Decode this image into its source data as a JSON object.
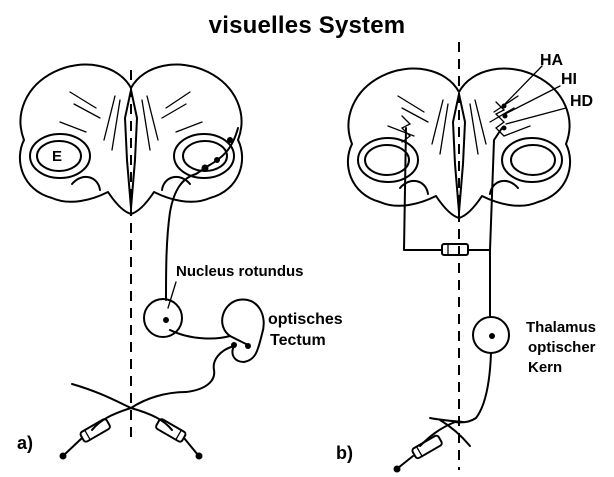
{
  "title": "visuelles System",
  "panel_a": {
    "panel_label": "a)",
    "eye_label": "E",
    "relay_label": "Nucleus rotundus",
    "tectum_label_line1": "optisches",
    "tectum_label_line2": "Tectum"
  },
  "panel_b": {
    "panel_label": "b)",
    "area_labels": [
      "HA",
      "HI",
      "HD"
    ],
    "thalamus_label_line1": "Thalamus",
    "thalamus_label_line2": "optischer",
    "thalamus_label_line3": "Kern"
  },
  "icons": {
    "line_color": "#000000",
    "background": "#ffffff"
  }
}
